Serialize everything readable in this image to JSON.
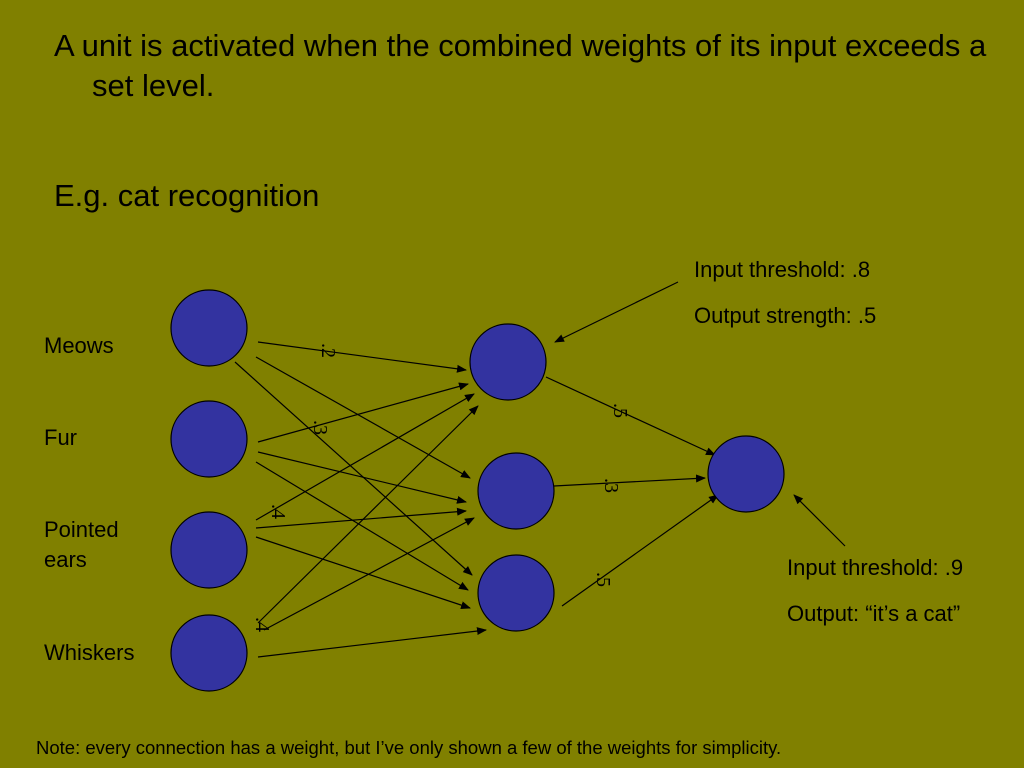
{
  "slide": {
    "title": "A unit is activated when the combined weights of its input exceeds a set level.",
    "subtitle": "E.g. cat recognition",
    "note": "Note: every connection has a weight, but I’ve only shown a few of the weights for simplicity."
  },
  "inputs": [
    {
      "label": "Meows"
    },
    {
      "label": "Fur"
    },
    {
      "label": "Pointed ears"
    },
    {
      "label": "Whiskers"
    }
  ],
  "hidden_annotation": {
    "threshold": "Input threshold: .8",
    "output": "Output strength: .5"
  },
  "output_annotation": {
    "threshold": "Input threshold: .9",
    "output": "Output: “it’s a cat”"
  },
  "weights": {
    "meows_to_hidden1": ".2",
    "fur_to_hidden1": ".3",
    "ears_to_hidden1": ".4",
    "whiskers_to_hidden1": ".4",
    "hidden1_to_output": ".5",
    "hidden2_to_output": ".3",
    "hidden3_to_output": ".5"
  },
  "colors": {
    "background": "#808000",
    "node_fill": "#3333a0",
    "line": "#000000"
  }
}
